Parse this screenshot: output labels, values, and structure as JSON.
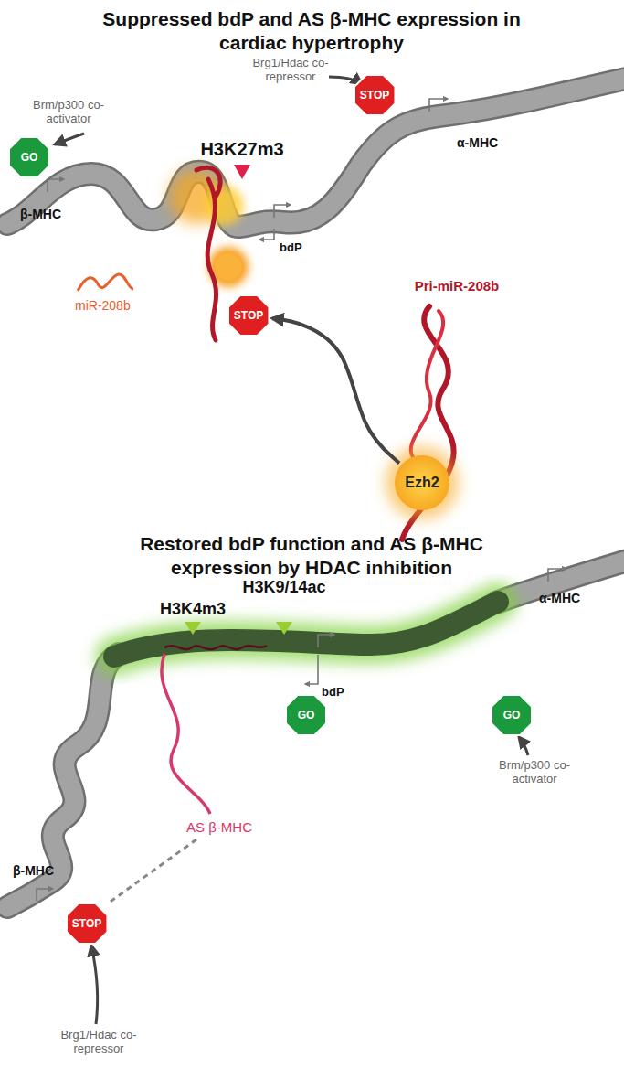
{
  "diagram": {
    "title": "Suppressed bdP and AS β-MHC expression in cardiac hypertrophy",
    "nodes": [
      {
        "text": [
          "GO"
        ]
      },
      {
        "text": [
          "STOP"
        ]
      },
      {
        "text": [
          "STOP"
        ]
      },
      {
        "text": [
          "Ezh2"
        ]
      },
      {
        "text": [
          "GO"
        ]
      },
      {
        "text": [
          "GO"
        ]
      },
      {
        "text": [
          "STOP"
        ]
      }
    ],
    "edges": [
      {
        "from": 3,
        "to": 2,
        "arrow": "to"
      }
    ],
    "labels": [
      "Brg1/Hdac co-repressor",
      "Brm/p300 co-activator",
      "H3K27m3",
      "α-MHC",
      "β-MHC",
      "bdP",
      "miR-208b",
      "Pri-miR-208b",
      "Restored bdP function and AS β-MHC expression by HDAC inhibition",
      "H3K4m3",
      "H3K9/14ac",
      "bdP",
      "α-MHC",
      "Brm/p300 co-activator",
      "AS β-MHC",
      "β-MHC",
      "Brg1/Hdac co-repressor"
    ]
  }
}
